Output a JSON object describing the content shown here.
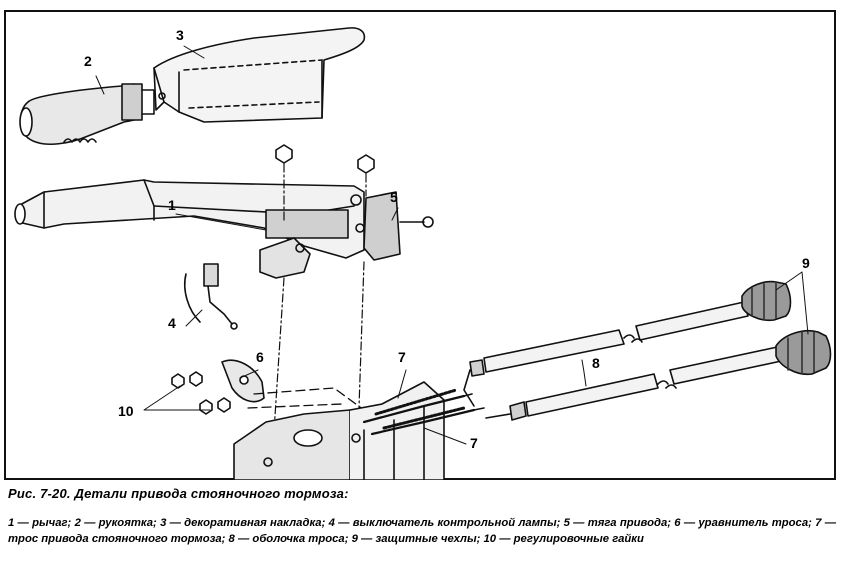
{
  "figure": {
    "callouts": {
      "c1": "1",
      "c2": "2",
      "c3": "3",
      "c4": "4",
      "c5": "5",
      "c6": "6",
      "c7a": "7",
      "c7b": "7",
      "c8": "8",
      "c9": "9",
      "c10": "10"
    }
  },
  "caption": {
    "title": "Рис. 7-20. Детали привода стояночного тормоза:",
    "text": "1 — рычаг; 2 — рукоятка; 3 — декоративная накладка; 4 — выключатель контрольной лампы; 5 — тяга привода; 6 — уравнитель троса; 7 — трос привода стояночного тормоза; 8 — оболочка троса; 9 — защитные чехлы; 10 — регулировочные гайки"
  },
  "colors": {
    "ink": "#111111",
    "paper": "#ffffff",
    "shade": "#8a8a8a"
  }
}
